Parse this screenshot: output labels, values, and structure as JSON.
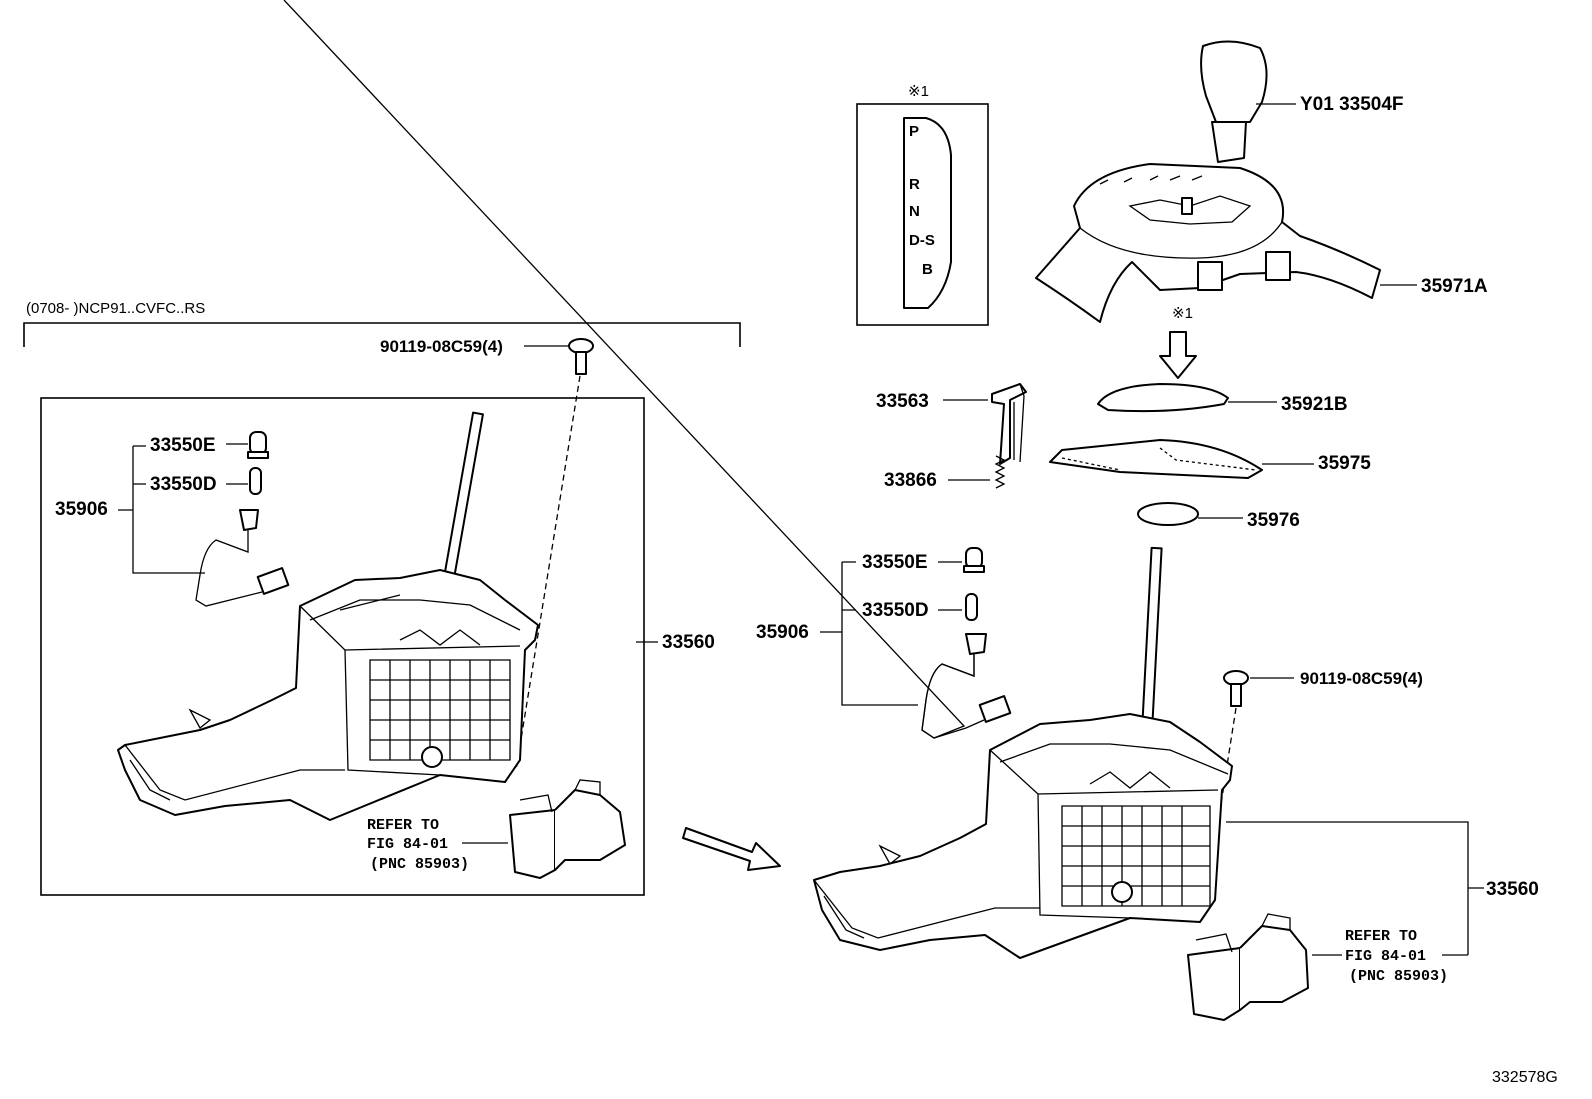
{
  "scope_label": "(0708-      )NCP91..CVFC..RS",
  "note_symbol": "※1",
  "gate_letters": [
    "P",
    "R",
    "N",
    "D-S",
    "B"
  ],
  "refer": {
    "line1": "REFER TO",
    "line2": "FIG 84-01",
    "line3": "(PNC 85903)"
  },
  "parts": {
    "knob": "Y01 33504F",
    "bezel": "35971A",
    "plate": "35921B",
    "slide_cover": "35975",
    "cover_small": "35976",
    "lever_pin": "33563",
    "spring": "33866",
    "bulb_e": "33550E",
    "bulb_d": "33550D",
    "socket_assy": "35906",
    "screw": "90119-08C59(4)",
    "shift_assy": "33560"
  },
  "figure_code": "332578G"
}
